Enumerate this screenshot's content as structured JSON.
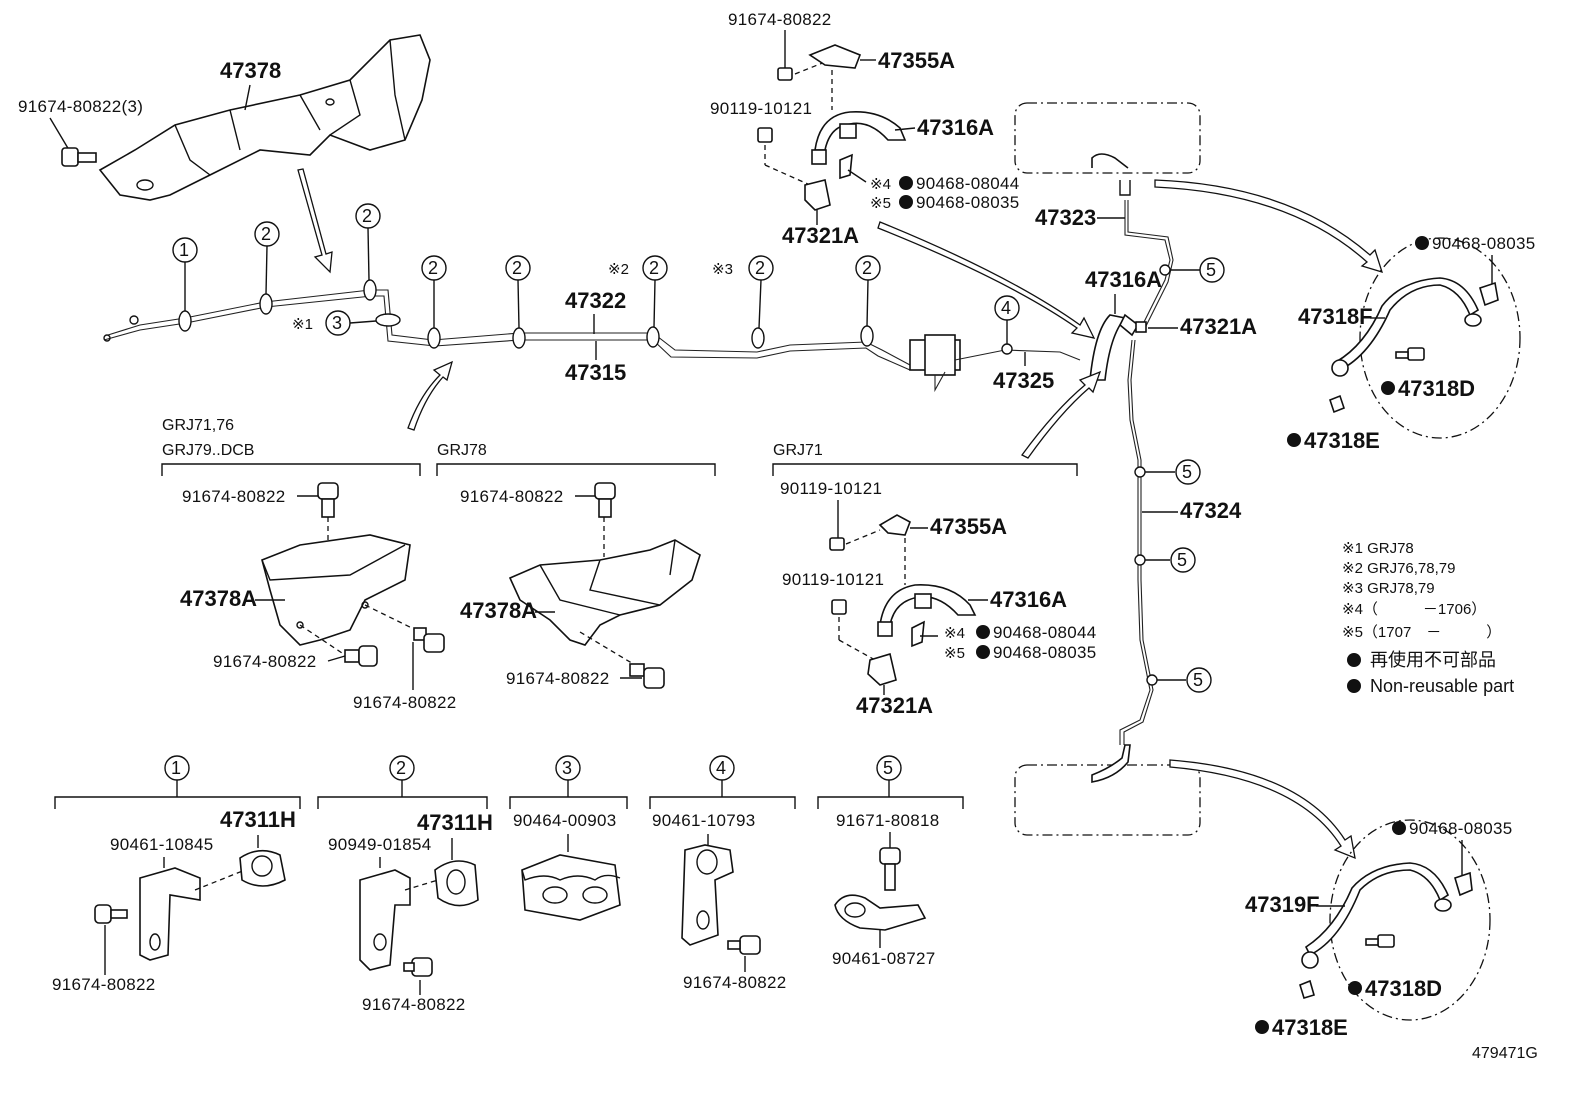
{
  "top": {
    "shield_part": "47378",
    "shield_bolt": "91674-80822(3)",
    "line_upper": "47322",
    "line_lower": "47315",
    "bracket_1": "47325",
    "clip_note_1": "※1",
    "clip_note_2": "※2",
    "clip_note_3": "※3",
    "callout_1": "1",
    "callout_2": "2",
    "callout_3": "3",
    "callout_4": "4",
    "callout_5": "5"
  },
  "upper_hose": {
    "bolt_top": "91674-80822",
    "bracket": "47355A",
    "bolt_mid": "90119-10121",
    "hose": "47316A",
    "clip_note_4": "※4",
    "clip_note_5": "※5",
    "clip_4": "90468-08044",
    "clip_5": "90468-08035",
    "tee": "47321A"
  },
  "right_line": {
    "upper_line": "47323",
    "hose": "47316A",
    "tee": "47321A",
    "lower_line": "47324"
  },
  "front_brake": {
    "clip": "90468-08035",
    "hose": "47318F",
    "union_bolt": "47318D",
    "gasket": "47318E"
  },
  "rear_brake": {
    "clip": "90468-08035",
    "hose": "47319F",
    "union_bolt": "47318D",
    "gasket": "47318E"
  },
  "sections": {
    "grj71_76_line1": "GRJ71,76",
    "grj71_76_line2": "GRJ79..DCB",
    "grj78": "GRJ78",
    "grj71": "GRJ71"
  },
  "shield_a": {
    "bolt_top": "91674-80822",
    "part": "47378A",
    "bolt_left": "91674-80822",
    "bolt_right": "91674-80822"
  },
  "shield_b": {
    "bolt_top": "91674-80822",
    "part": "47378A",
    "bolt_bottom": "91674-80822"
  },
  "grj71_hose": {
    "bolt_top": "90119-10121",
    "bracket": "47355A",
    "bolt_mid": "90119-10121",
    "hose": "47316A",
    "clip_note_4": "※4",
    "clip_note_5": "※5",
    "clip_4": "90468-08044",
    "clip_5": "90468-08035",
    "tee": "47321A"
  },
  "clamps": {
    "c1": {
      "num": "1",
      "grommet": "47311H",
      "bracket": "90461-10845",
      "bolt": "91674-80822"
    },
    "c2": {
      "num": "2",
      "grommet": "47311H",
      "bracket": "90949-01854",
      "bolt": "91674-80822"
    },
    "c3": {
      "num": "3",
      "clamp": "90464-00903"
    },
    "c4": {
      "num": "4",
      "clamp": "90461-10793",
      "bolt": "91674-80822"
    },
    "c5": {
      "num": "5",
      "bolt": "91671-80818",
      "clamp": "90461-08727"
    }
  },
  "legend": {
    "n1": "※1 GRJ78",
    "n2": "※2 GRJ76,78,79",
    "n3": "※3 GRJ78,79",
    "n4": "※4（　　　－1706）",
    "n5": "※5（1707　－　　　）",
    "jp": "再使用不可部品",
    "en": "Non-reusable part"
  },
  "figure_id": "479471G"
}
